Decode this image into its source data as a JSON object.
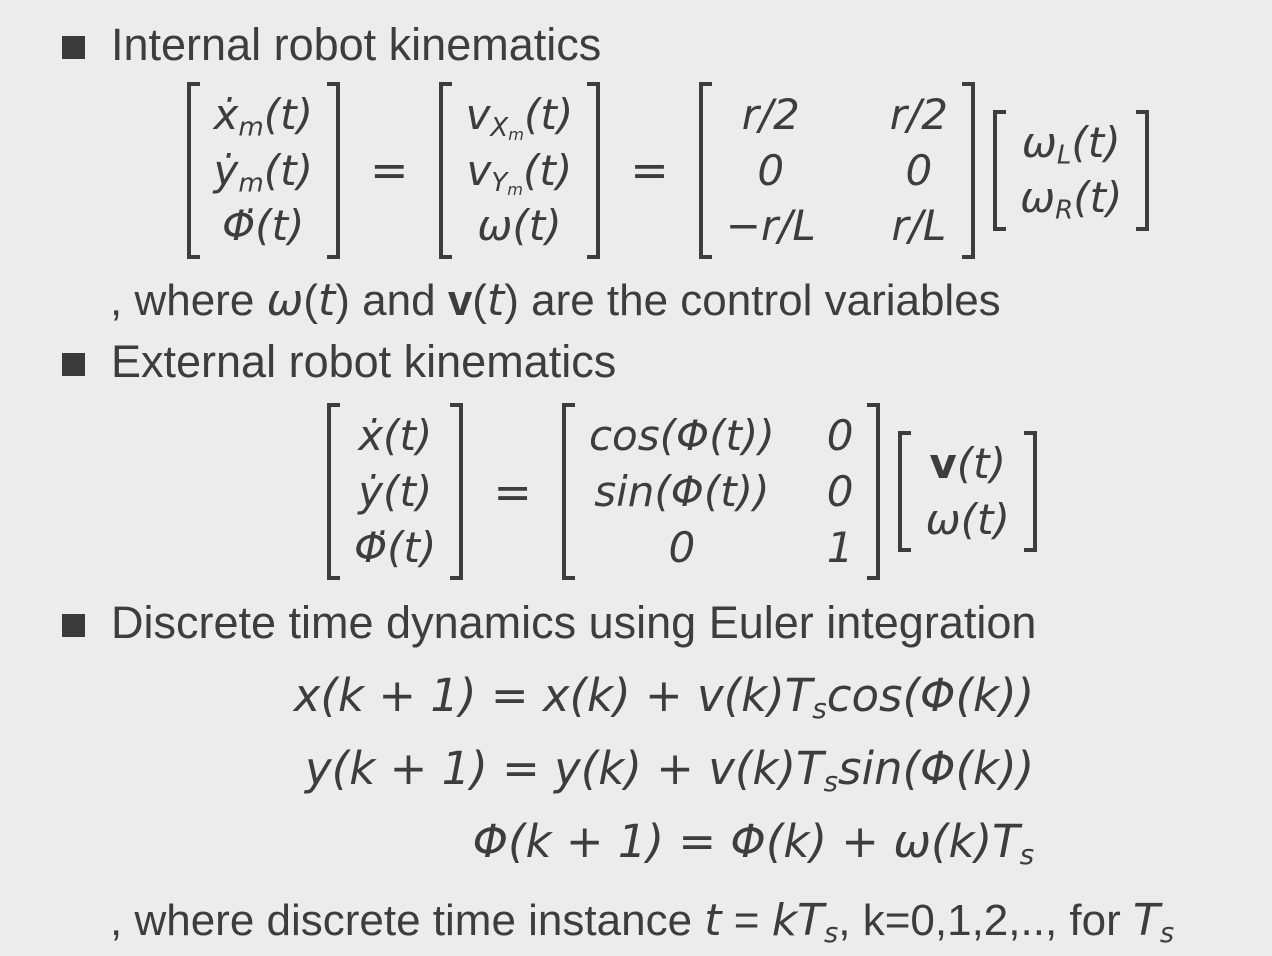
{
  "theme": {
    "background": "#edecec",
    "text_color": "#3d3d3d",
    "bullet_color": "#3a3a3a"
  },
  "bullets": {
    "internal": "Internal robot kinematics",
    "external": "External robot kinematics",
    "discrete": "Discrete time dynamics using Euler integration"
  },
  "notes": {
    "internal": ", where <i>ω</i>(<i>t</i>) and <b>v</b>(<i>t</i>) are the control variables",
    "discrete": ", where discrete time instance <i>t</i> = <i>kT</i><sub><i>s</i></sub>, k=0,1,2,.., for <i>T</i><sub><i>s</i></sub>"
  },
  "equations": {
    "internal": {
      "state_vector": {
        "rows": [
          [
            "ẋ<sub>m</sub>(t)"
          ],
          [
            "ẏ<sub>m</sub>(t)"
          ],
          [
            "Φ̇(t)"
          ]
        ]
      },
      "equals1": "=",
      "velocity_vector": {
        "rows": [
          [
            "v<sub>X<sub>m</sub></sub>(t)"
          ],
          [
            "v<sub>Y<sub>m</sub></sub>(t)"
          ],
          [
            "ω(t)"
          ]
        ]
      },
      "equals2": "=",
      "wheel_matrix": {
        "rows": [
          [
            "r/2",
            "r/2"
          ],
          [
            "0",
            "0"
          ],
          [
            "−r/L",
            "r/L"
          ]
        ]
      },
      "wheel_speed_vector": {
        "rows": [
          [
            "ω<sub>L</sub>(t)"
          ],
          [
            "ω<sub>R</sub>(t)"
          ]
        ]
      }
    },
    "external": {
      "state_vector": {
        "rows": [
          [
            "ẋ(t)"
          ],
          [
            "ẏ(t)"
          ],
          [
            "Φ̇(t)"
          ]
        ]
      },
      "equals": "=",
      "rotation_matrix": {
        "rows": [
          [
            "cos(Φ(t))",
            "0"
          ],
          [
            "sin(Φ(t))",
            "0"
          ],
          [
            "0",
            "1"
          ]
        ]
      },
      "control_vector": {
        "rows": [
          [
            "<b>v</b>(t)"
          ],
          [
            "ω(t)"
          ]
        ]
      }
    },
    "discrete_lines": [
      "x(k + 1) = x(k) + v(k)T<sub>s</sub>cos(Φ(k))",
      "y(k + 1) = y(k) + v(k)T<sub>s</sub>sin(Φ(k))",
      "Φ(k + 1) = Φ(k) + ω(k)T<sub>s</sub>"
    ]
  }
}
